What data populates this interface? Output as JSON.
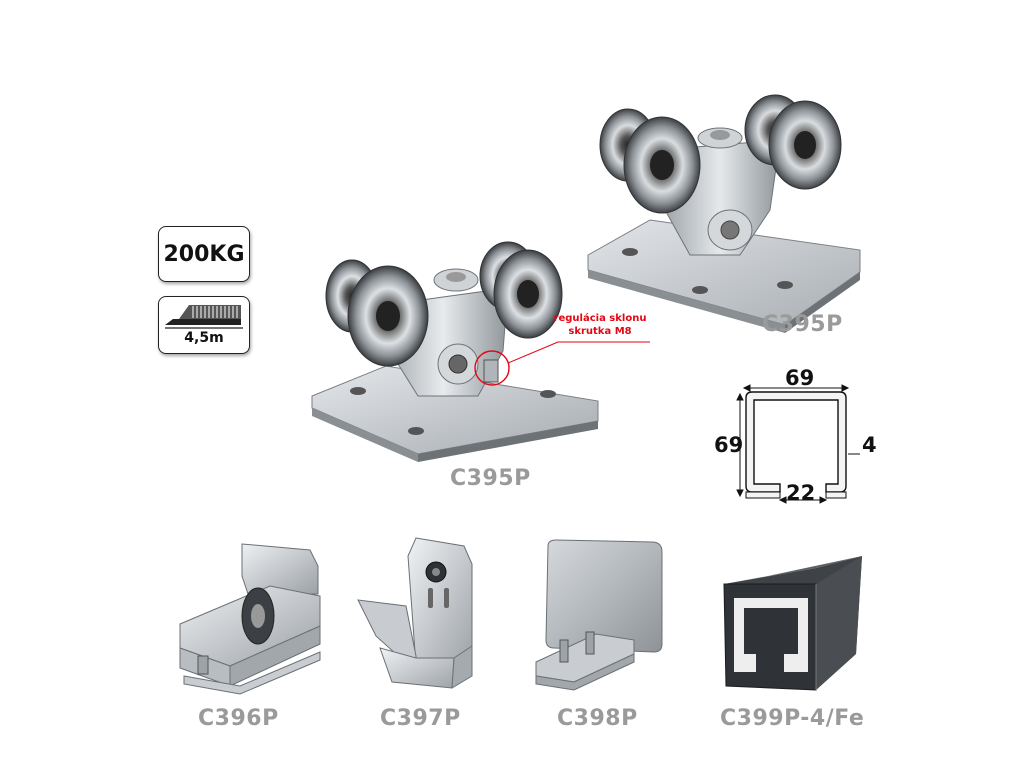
{
  "badges": {
    "load": "200KG",
    "length": "4,5m"
  },
  "annotation": {
    "line1": "regulácia sklonu",
    "line2": "skrutka M8",
    "color": "#e30613"
  },
  "products": {
    "main_back": "C395P",
    "main_front": "C395P",
    "c396": "C396P",
    "c397": "C397P",
    "c398": "C398P",
    "c399": "C399P-4/Fe"
  },
  "profile": {
    "width": "69",
    "height": "69",
    "thickness": "4",
    "gap": "22"
  },
  "colors": {
    "label_gray": "#9a9a9a",
    "steel": "#c9ced3",
    "dark_profile": "#3a3a3a"
  },
  "icons": [
    "weight-badge-icon",
    "gate-length-icon",
    "profile-section-icon"
  ]
}
